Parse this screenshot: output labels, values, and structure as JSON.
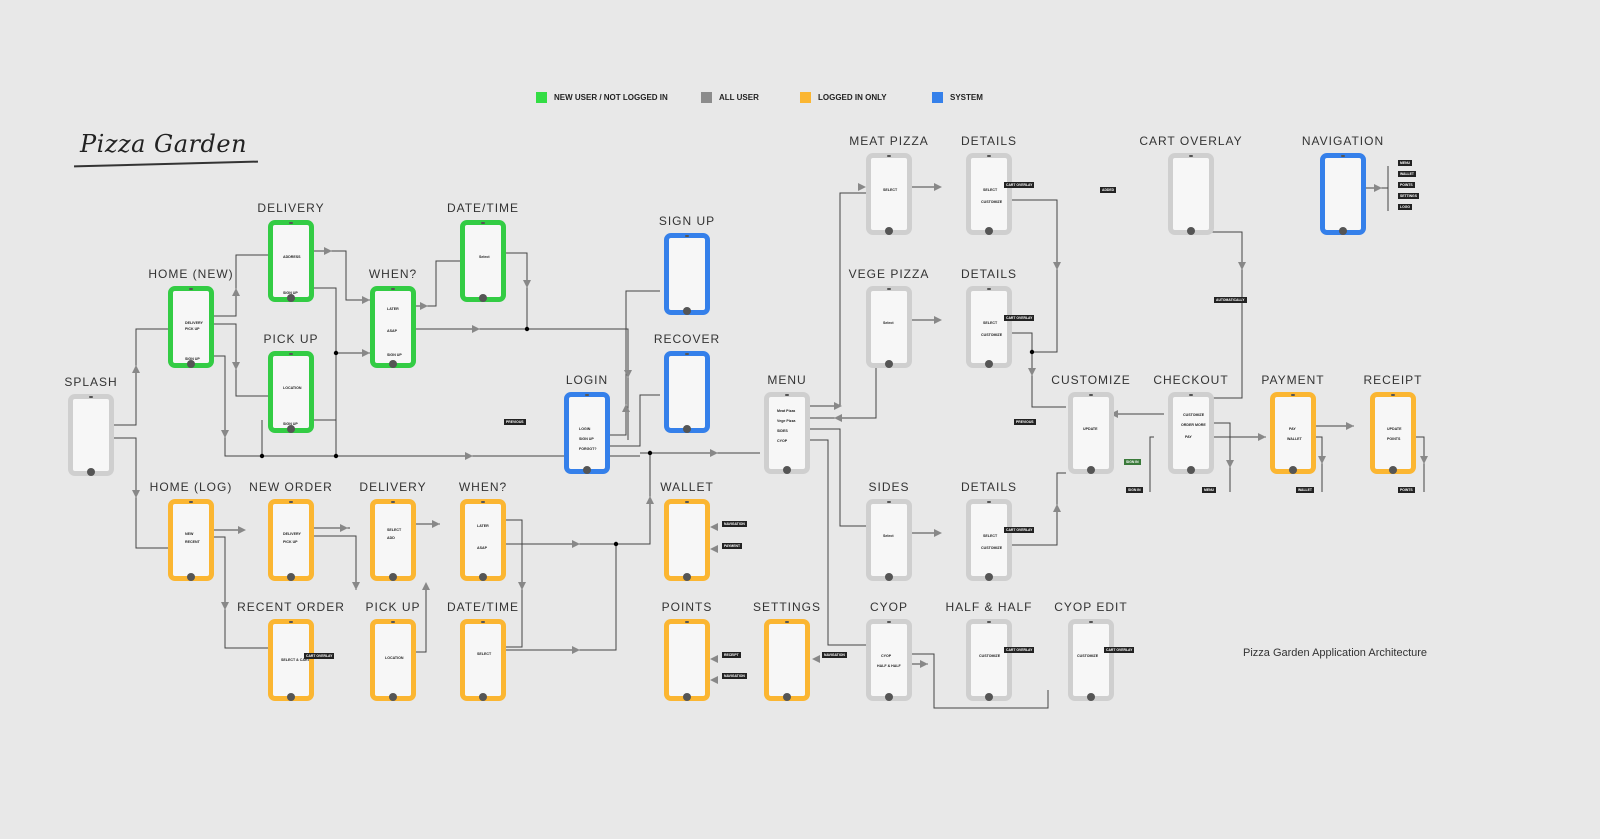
{
  "legend": [
    {
      "label": "NEW USER / NOT LOGGED IN",
      "color": "#33dd44"
    },
    {
      "label": "ALL USER",
      "color": "#8c8c8c"
    },
    {
      "label": "LOGGED IN ONLY",
      "color": "#fbb632"
    },
    {
      "label": "SYSTEM",
      "color": "#3580ea"
    }
  ],
  "logo_text": "Pizza Garden",
  "caption": "Pizza Garden Application Architecture",
  "screens": {
    "splash": {
      "title": "SPLASH",
      "type": "gray",
      "items": []
    },
    "home_new": {
      "title": "HOME (NEW)",
      "type": "green",
      "items": [
        "DELIVERY",
        "PICK UP",
        "SIGN UP"
      ]
    },
    "delivery_new": {
      "title": "DELIVERY",
      "type": "green",
      "items": [
        "ADDRESS",
        "SIGN UP"
      ]
    },
    "pickup_new": {
      "title": "PICK UP",
      "type": "green",
      "items": [
        "LOCATION",
        "SIGN UP"
      ]
    },
    "when_new": {
      "title": "WHEN?",
      "type": "green",
      "items": [
        "LATER",
        "ASAP",
        "SIGN UP"
      ]
    },
    "datetime_new": {
      "title": "DATE/TIME",
      "type": "green",
      "items": [
        "Select"
      ]
    },
    "signup": {
      "title": "SIGN UP",
      "type": "blue",
      "items": []
    },
    "recover": {
      "title": "RECOVER",
      "type": "blue",
      "items": []
    },
    "login": {
      "title": "LOGIN",
      "type": "blue",
      "items": [
        "LOGIN",
        "SIGN UP",
        "FORGOT?"
      ]
    },
    "home_log": {
      "title": "HOME (LOG)",
      "type": "orange",
      "items": [
        "NEW",
        "RECENT"
      ]
    },
    "new_order": {
      "title": "NEW ORDER",
      "type": "orange",
      "items": [
        "DELIVERY",
        "PICK UP"
      ]
    },
    "delivery_log": {
      "title": "DELIVERY",
      "type": "orange",
      "items": [
        "SELECT",
        "ADD"
      ]
    },
    "when_log": {
      "title": "WHEN?",
      "type": "orange",
      "items": [
        "LATER",
        "ASAP"
      ]
    },
    "recent_order": {
      "title": "RECENT ORDER",
      "type": "orange",
      "items": [
        "SELECT & CART"
      ]
    },
    "pickup_log": {
      "title": "PICK UP",
      "type": "orange",
      "items": [
        "LOCATION"
      ]
    },
    "datetime_log": {
      "title": "DATE/TIME",
      "type": "orange",
      "items": [
        "SELECT"
      ]
    },
    "wallet": {
      "title": "WALLET",
      "type": "orange",
      "items": []
    },
    "points": {
      "title": "POINTS",
      "type": "orange",
      "items": []
    },
    "settings": {
      "title": "SETTINGS",
      "type": "orange",
      "items": []
    },
    "menu": {
      "title": "MENU",
      "type": "gray",
      "items": [
        "Meat Pizza",
        "Vege Pizza",
        "SIDES",
        "CYOP"
      ]
    },
    "meat_pizza": {
      "title": "MEAT PIZZA",
      "type": "gray",
      "items": [
        "SELECT"
      ]
    },
    "details_meat": {
      "title": "DETAILS",
      "type": "gray",
      "items": [
        "SELECT",
        "CUSTOMIZE"
      ]
    },
    "vege_pizza": {
      "title": "VEGE PIZZA",
      "type": "gray",
      "items": [
        "Select"
      ]
    },
    "details_vege": {
      "title": "DETAILS",
      "type": "gray",
      "items": [
        "SELECT",
        "CUSTOMIZE"
      ]
    },
    "sides": {
      "title": "SIDES",
      "type": "gray",
      "items": [
        "Select"
      ]
    },
    "details_sides": {
      "title": "DETAILS",
      "type": "gray",
      "items": [
        "SELECT",
        "CUSTOMIZE"
      ]
    },
    "cyop": {
      "title": "CYOP",
      "type": "gray",
      "items": [
        "CYOP",
        "HALF & HALF"
      ]
    },
    "half_half": {
      "title": "HALF & HALF",
      "type": "gray",
      "items": [
        "CUSTOMIZE"
      ]
    },
    "cyop_edit": {
      "title": "CYOP EDIT",
      "type": "gray",
      "items": [
        "CUSTOMIZE"
      ]
    },
    "customize": {
      "title": "CUSTOMIZE",
      "type": "gray",
      "items": [
        "UPDATE"
      ]
    },
    "checkout": {
      "title": "CHECKOUT",
      "type": "gray",
      "items": [
        "CUSTOMIZE",
        "ORDER MORE",
        "PAY"
      ]
    },
    "cart_overlay": {
      "title": "CART OVERLAY",
      "type": "gray",
      "items": []
    },
    "navigation": {
      "title": "NAVIGATION",
      "type": "blue",
      "items": []
    },
    "payment": {
      "title": "PAYMENT",
      "type": "orange",
      "items": [
        "PAY",
        "WALLET"
      ]
    },
    "receipt": {
      "title": "RECEIPT",
      "type": "orange",
      "items": [
        "UPDATE",
        "POINTS"
      ]
    }
  },
  "tags": {
    "login_prev": "PREVIOUS",
    "cart_details_meat": "CART OVERLAY",
    "cart_details_vege": "CART OVERLAY",
    "cart_details_sides": "CART OVERLAY",
    "cart_half": "CART OVERLAY",
    "cart_cyop_edit": "CART OVERLAY",
    "cart_recent": "CART OVERLAY",
    "added": "ADDED",
    "auto": "AUTOMATICALLY",
    "nav1": "MENU",
    "nav2": "WALLET",
    "nav3": "POINTS",
    "nav4": "SETTINGS",
    "nav5": "LOGO",
    "wallet_nav": "NAVIGATION",
    "wallet_pay": "PAYMENT",
    "points_receipt": "RECEIPT",
    "points_nav": "NAVIGATION",
    "settings_nav": "NAVIGATION",
    "customize_prev": "PREVIOUS",
    "checkout_signin": "SIGN IN",
    "checkout_signin2": "SIGN IN",
    "checkout_menu": "MENU",
    "payment_wallet": "WALLET",
    "receipt_points": "POINTS"
  }
}
